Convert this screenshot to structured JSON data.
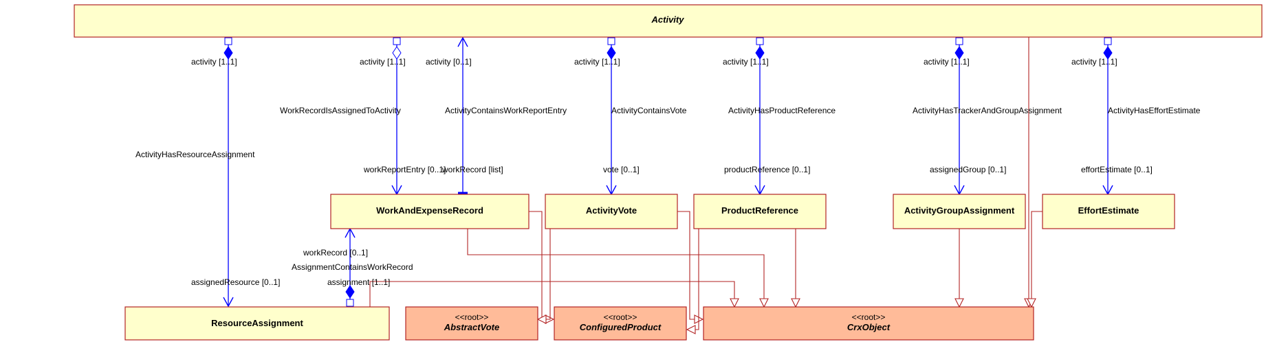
{
  "classes": {
    "activity": "Activity",
    "work_and_expense_record": "WorkAndExpenseRecord",
    "activity_vote": "ActivityVote",
    "product_reference": "ProductReference",
    "activity_group_assignment": "ActivityGroupAssignment",
    "effort_estimate": "EffortEstimate",
    "resource_assignment": "ResourceAssignment",
    "abstract_vote": "AbstractVote",
    "configured_product": "ConfiguredProduct",
    "crx_object": "CrxObject"
  },
  "stereotypes": {
    "abstract_vote": "<<root>>",
    "configured_product": "<<root>>",
    "crx_object": "<<root>>"
  },
  "associations": {
    "resource_assignment": {
      "name": "ActivityHasResourceAssignment",
      "source_role": "activity [1..1]",
      "target_role": "assignedResource [0..1]"
    },
    "work_record_assigned": {
      "name": "WorkRecordIsAssignedToActivity",
      "source_role": "activity [1..1]",
      "target_role": "workReportEntry [0..1]"
    },
    "work_report_entry": {
      "name": "ActivityContainsWorkReportEntry",
      "source_role": "activity [0..1]",
      "target_role": "workRecord [list]"
    },
    "vote": {
      "name": "ActivityContainsVote",
      "source_role": "activity [1..1]",
      "target_role": "vote [0..1]"
    },
    "product_reference": {
      "name": "ActivityHasProductReference",
      "source_role": "activity [1..1]",
      "target_role": "productReference [0..1]"
    },
    "tracker_group": {
      "name": "ActivityHasTrackerAndGroupAssignment",
      "source_role": "activity [1..1]",
      "target_role": "assignedGroup [0..1]"
    },
    "effort_estimate": {
      "name": "ActivityHasEffortEstimate",
      "source_role": "activity [1..1]",
      "target_role": "effortEstimate [0..1]"
    },
    "assignment_work_record": {
      "name": "AssignmentContainsWorkRecord",
      "source_role": "assignment [1..1]",
      "target_role": "workRecord [0..1]"
    }
  }
}
